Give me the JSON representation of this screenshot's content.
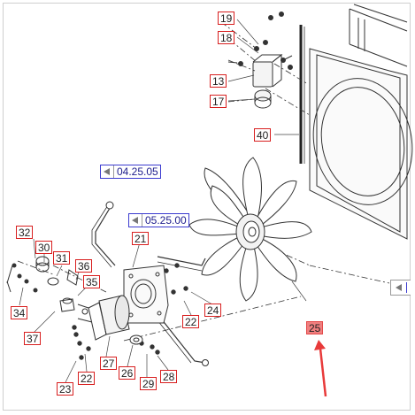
{
  "callouts": {
    "c19": "19",
    "c18": "18",
    "c13": "13",
    "c17": "17",
    "c40": "40",
    "c21": "21",
    "c32": "32",
    "c30": "30",
    "c31": "31",
    "c36": "36",
    "c35": "35",
    "c34": "34",
    "c37": "37",
    "c22a": "22",
    "c24": "24",
    "c27": "27",
    "c26": "26",
    "c29": "29",
    "c28": "28",
    "c23": "23",
    "c22b": "22",
    "c25": "25"
  },
  "refs": {
    "r1": "04.25.05",
    "r2": "05.25.00"
  },
  "colors": {
    "callout_border": "#d81f1f",
    "highlight_fill": "#f07f7f",
    "ref_border": "#3b3bd0",
    "arrow": "#e83a3a"
  }
}
